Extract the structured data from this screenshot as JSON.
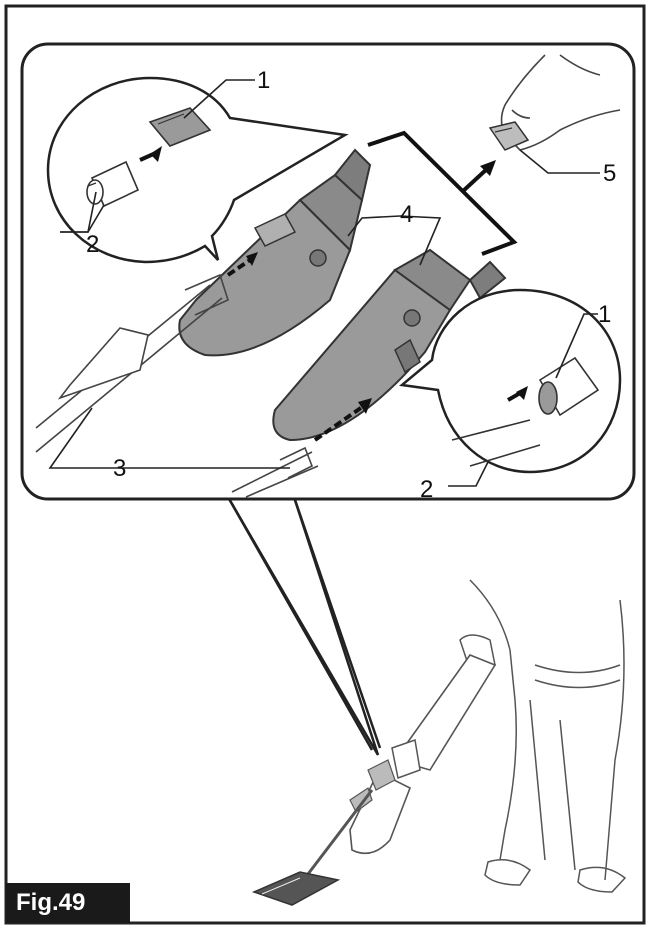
{
  "figure": {
    "label": "Fig.49"
  },
  "callouts": {
    "c1_top": "1",
    "c1_right": "1",
    "c2_left": "2",
    "c2_right": "2",
    "c3": "3",
    "c4": "4",
    "c5": "5"
  }
}
